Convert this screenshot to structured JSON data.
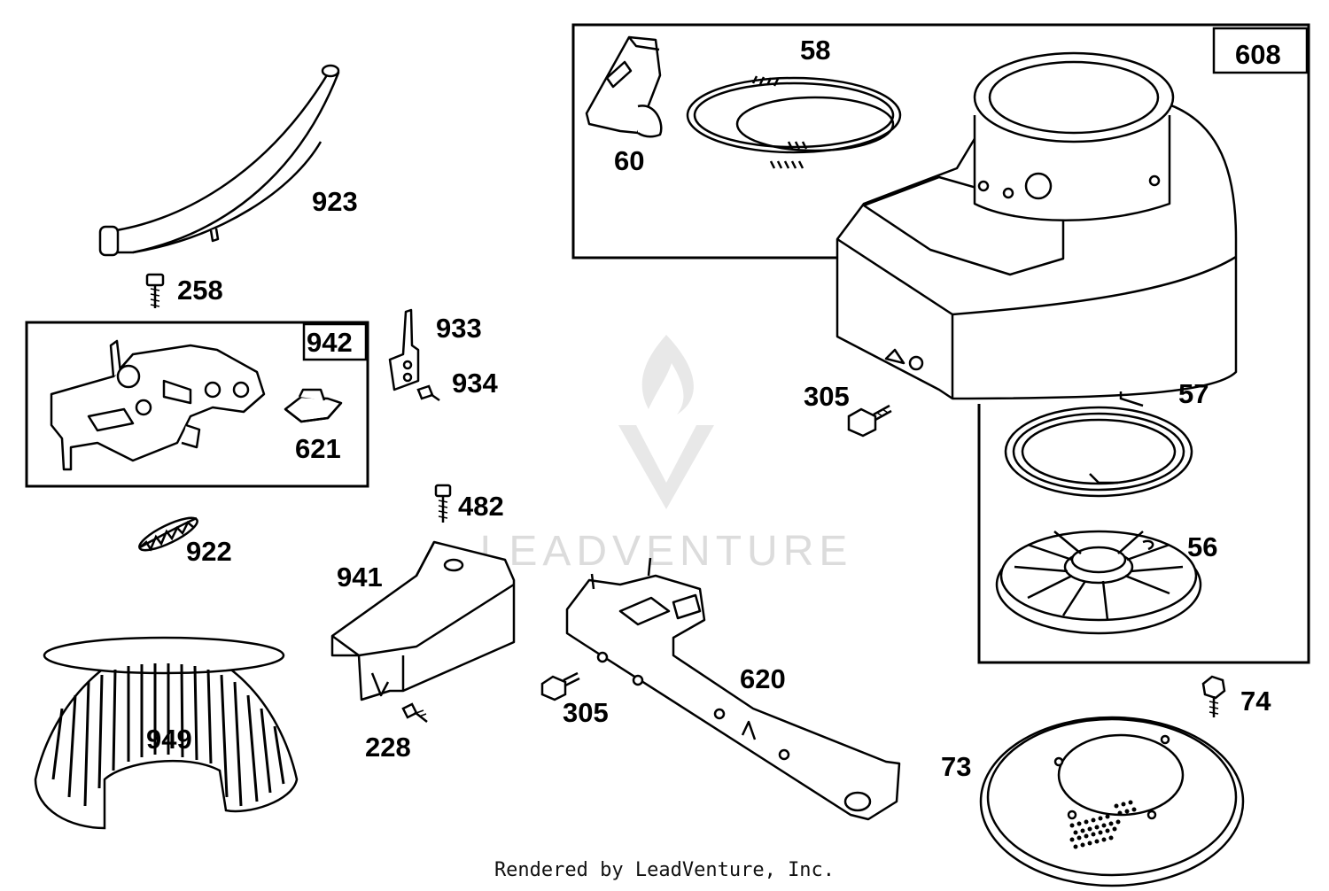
{
  "footer": "Rendered by LeadVenture, Inc.",
  "watermark": "LEADVENTURE",
  "kit_boxes": {
    "governor_kit": "942",
    "blower_housing_kit": "608"
  },
  "part_labels": {
    "p923": "923",
    "p258": "258",
    "p933": "933",
    "p934": "934",
    "p621": "621",
    "p922": "922",
    "p482": "482",
    "p941": "941",
    "p228": "228",
    "p949": "949",
    "p305a": "305",
    "p620": "620",
    "p305b": "305",
    "p58": "58",
    "p60": "60",
    "p57": "57",
    "p56": "56",
    "p74": "74",
    "p73": "73"
  },
  "colors": {
    "line": "#000000",
    "watermark": "#d9d9d9",
    "background": "#ffffff"
  }
}
